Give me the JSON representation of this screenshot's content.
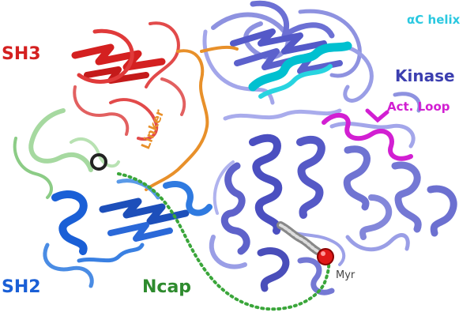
{
  "labels": {
    "sh3": "SH3",
    "sh2": "SH2",
    "linker": "Linker",
    "ncap": "Ncap",
    "kinase": "Kinase",
    "ac_helix": "αC helix",
    "act_loop": "Act. Loop",
    "myr": "Myr"
  },
  "colors": {
    "sh3": "#d42020",
    "sh2": "#1a5fd6",
    "linker": "#e8902a",
    "ncap_dots": "#3aa63a",
    "ncap_label": "#2e8b2e",
    "ncap_chain": "#a6d9a0",
    "kinase": "#4b4fc0",
    "kinase_light": "#9a9ee6",
    "ac_helix": "#00c0d0",
    "act_loop": "#d21fd2",
    "myr": "#444444",
    "myr_head": "#e01818"
  }
}
